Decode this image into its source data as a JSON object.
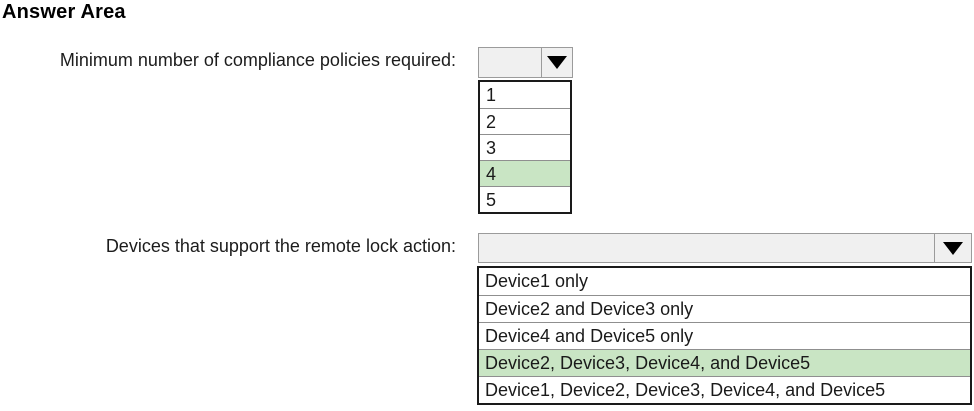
{
  "title": "Answer Area",
  "colors": {
    "highlight_green": "#c9e5c4",
    "combo_fill": "#f0f0f0"
  },
  "questions": [
    {
      "label": "Minimum number of compliance policies required:",
      "selected_index": 3,
      "selected_value": "4",
      "options": [
        "1",
        "2",
        "3",
        "4",
        "5"
      ]
    },
    {
      "label": "Devices that support the remote lock action:",
      "selected_index": 3,
      "selected_value": "Device2, Device3, Device4, and Device5",
      "options": [
        "Device1 only",
        "Device2 and Device3 only",
        "Device4 and Device5 only",
        "Device2, Device3, Device4, and Device5",
        "Device1, Device2, Device3, Device4, and Device5"
      ]
    }
  ]
}
